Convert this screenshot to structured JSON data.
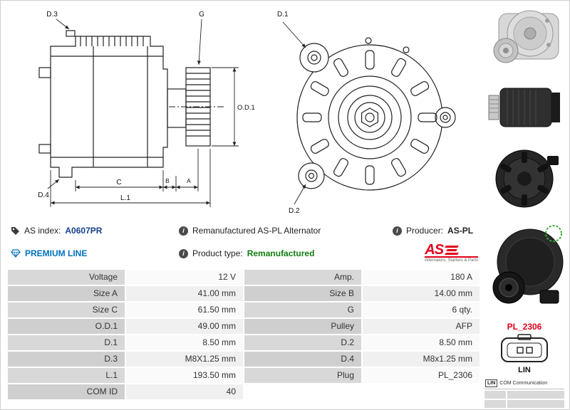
{
  "drawings": {
    "d1": "D.1",
    "d2": "D.2",
    "d3": "D.3",
    "d4": "D.4",
    "g": "G",
    "od1": "O.D.1",
    "c": "C",
    "b": "B",
    "a": "A",
    "l1": "L.1"
  },
  "info": {
    "as_index_label": "AS index:",
    "as_index_value": "A0607PR",
    "description": "Remanufactured AS-PL Alternator",
    "producer_label": "Producer:",
    "producer_value": "AS-PL",
    "premium_line": "PREMIUM LINE",
    "product_type_label": "Product type:",
    "product_type_value": "Remanufactured",
    "logo_text": "AS",
    "logo_subtext": "Alternators, Starters & Parts"
  },
  "sidebar": {
    "plug_code": "PL_2306",
    "connector_label": "LIN",
    "com_lin": "LIN",
    "com_title": "COM Communication"
  },
  "spec_table": {
    "rows": [
      {
        "l1": "Voltage",
        "v1": "12 V",
        "l2": "Amp.",
        "v2": "180 A"
      },
      {
        "l1": "Size A",
        "v1": "41.00 mm",
        "l2": "Size B",
        "v2": "14.00 mm"
      },
      {
        "l1": "Size C",
        "v1": "61.50 mm",
        "l2": "G",
        "v2": "6 qty."
      },
      {
        "l1": "O.D.1",
        "v1": "49.00 mm",
        "l2": "Pulley",
        "v2": "AFP"
      },
      {
        "l1": "D.1",
        "v1": "8.50 mm",
        "l2": "D.2",
        "v2": "8.50 mm"
      },
      {
        "l1": "D.3",
        "v1": "M8X1.25 mm",
        "l2": "D.4",
        "v2": "M8x1.25 mm"
      },
      {
        "l1": "L.1",
        "v1": "193.50 mm",
        "l2": "Plug",
        "v2": "PL_2306"
      },
      {
        "l1": "COM ID",
        "v1": "40",
        "l2": "",
        "v2": ""
      }
    ]
  },
  "colors": {
    "accent_red": "#e2001a",
    "premium_blue": "#0072bc",
    "index_navy": "#16418c",
    "type_green": "#0f7d0f",
    "table_label_bg": "#d8d8d8",
    "table_value_bg": "#fafafa"
  }
}
